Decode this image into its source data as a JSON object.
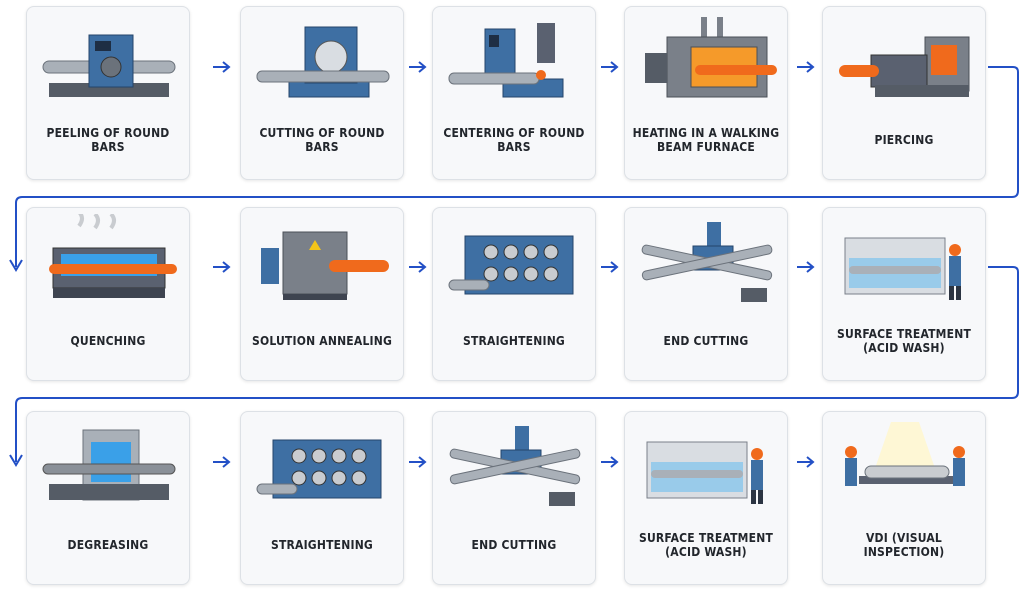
{
  "rows": [
    {
      "steps": [
        {
          "label": "PEELING OF ROUND BARS",
          "icon": "peeling-machine-icon"
        },
        {
          "label": "CUTTING OF ROUND BARS",
          "icon": "saw-machine-icon"
        },
        {
          "label": "CENTERING OF ROUND BARS",
          "icon": "centering-machine-icon"
        },
        {
          "label": "HEATING IN A WALKING\nBEAM FURNACE",
          "icon": "furnace-icon"
        },
        {
          "label": "PIERCING",
          "icon": "piercing-mill-icon"
        }
      ]
    },
    {
      "steps": [
        {
          "label": "QUENCHING",
          "icon": "quench-tank-icon"
        },
        {
          "label": "SOLUTION ANNEALING",
          "icon": "annealing-furnace-icon"
        },
        {
          "label": "STRAIGHTENING",
          "icon": "straightener-icon"
        },
        {
          "label": "END CUTTING",
          "icon": "end-cutter-icon"
        },
        {
          "label": "SURFACE TREATMENT\n(ACID WASH)",
          "icon": "acid-wash-tank-icon"
        }
      ]
    },
    {
      "steps": [
        {
          "label": "DEGREASING",
          "icon": "degreasing-machine-icon"
        },
        {
          "label": "STRAIGHTENING",
          "icon": "straightener-icon"
        },
        {
          "label": "END CUTTING",
          "icon": "end-cutter-icon"
        },
        {
          "label": "SURFACE TREATMENT\n(ACID WASH)",
          "icon": "acid-wash-tank-icon"
        },
        {
          "label": "VDI (VISUAL INSPECTION)",
          "icon": "inspection-table-icon"
        }
      ]
    }
  ],
  "colors": {
    "arrow": "#2350c6",
    "machine_blue": "#3e6fa3",
    "steel": "#a9b0b8",
    "hot_metal": "#f06a1c",
    "water": "#3aa0e8"
  }
}
